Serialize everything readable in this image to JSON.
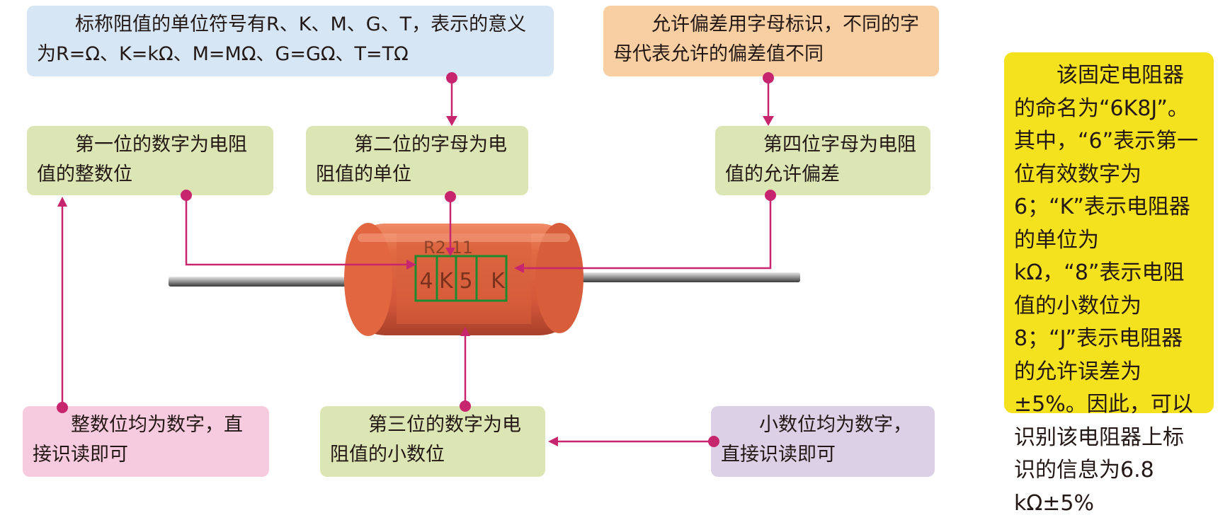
{
  "boxes": {
    "unit_symbols": "标称阻值的单位符号有R、K、M、G、T，表示的意义为R=Ω、K=kΩ、M=MΩ、G=GΩ、T=TΩ",
    "tolerance_letters": "允许偏差用字母标识，不同的字母代表允许的偏差值不同",
    "first_digit": "第一位的数字为电阻值的整数位",
    "second_letter": "第二位的字母为电阻值的单位",
    "fourth_letter": "第四位字母为电阻值的允许偏差",
    "integer_digits": "整数位均为数字，直接识读即可",
    "third_digit": "第三位的数字为电阻值的小数位",
    "decimal_digits": "小数位均为数字，直接识读即可",
    "summary": "该固定电阻器的命名为“6K8J”。其中，“6”表示第一位有效数字为6；“K”表示电阻器的单位为kΩ，“8”表示电阻值的小数位为8；“J”表示电阻器的允许误差为±5%。因此，可以识别该电阻器上标识的信息为6.8 kΩ±5%"
  },
  "resistor_markings": {
    "top_line": "R2 11",
    "code_chars": [
      "4",
      "K",
      "5",
      "K"
    ]
  },
  "colors": {
    "connector": "#c8256f",
    "highlight_frame": "#1e8a2f",
    "resistor_body": "#d9603c"
  }
}
